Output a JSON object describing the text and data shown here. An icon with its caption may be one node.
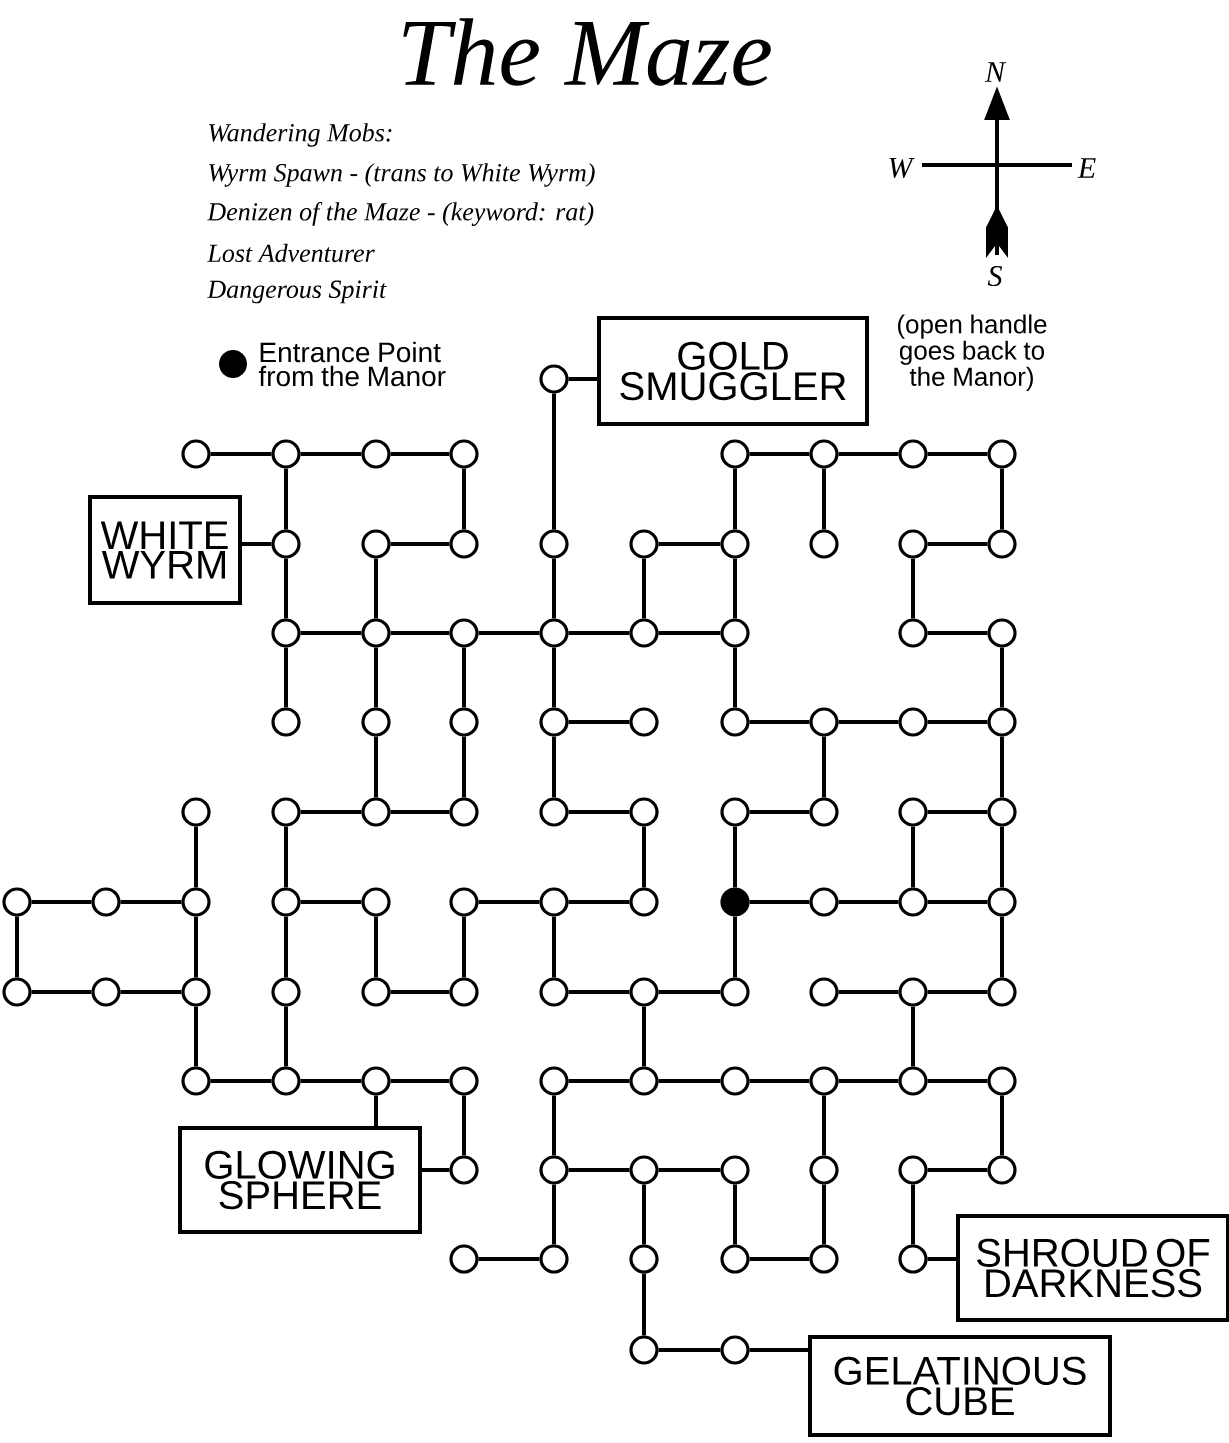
{
  "diagram": {
    "title": "The Maze",
    "nodes": [
      {
        "text": [],
        "shape": "circle"
      },
      {
        "text": [
          "GOLD SMUGGLER"
        ]
      },
      {
        "text": [],
        "shape": "circle"
      },
      {
        "text": [],
        "shape": "circle"
      },
      {
        "text": [],
        "shape": "circle"
      },
      {
        "text": [],
        "shape": "circle"
      },
      {
        "text": [],
        "shape": "circle"
      },
      {
        "text": [],
        "shape": "circle"
      },
      {
        "text": [],
        "shape": "circle"
      },
      {
        "text": [],
        "shape": "circle"
      },
      {
        "text": [
          "WHITE WYRM"
        ]
      },
      {
        "text": [],
        "shape": "circle"
      },
      {
        "text": [],
        "shape": "circle"
      },
      {
        "text": [],
        "shape": "circle"
      },
      {
        "text": [],
        "shape": "circle"
      },
      {
        "text": [],
        "shape": "circle"
      },
      {
        "text": [],
        "shape": "circle"
      },
      {
        "text": [],
        "shape": "circle"
      },
      {
        "text": [],
        "shape": "circle"
      },
      {
        "text": [],
        "shape": "circle"
      },
      {
        "text": [],
        "shape": "circle"
      },
      {
        "text": [],
        "shape": "circle"
      },
      {
        "text": [],
        "shape": "circle"
      },
      {
        "text": [],
        "shape": "circle"
      },
      {
        "text": [],
        "shape": "circle"
      },
      {
        "text": [],
        "shape": "circle"
      },
      {
        "text": [],
        "shape": "circle"
      },
      {
        "text": [],
        "shape": "circle"
      },
      {
        "text": [],
        "shape": "circle"
      },
      {
        "text": [],
        "shape": "circle"
      },
      {
        "text": [],
        "shape": "circle"
      },
      {
        "text": [],
        "shape": "circle"
      },
      {
        "text": [],
        "shape": "circle"
      },
      {
        "text": [],
        "shape": "circle"
      },
      {
        "text": [],
        "shape": "circle"
      },
      {
        "text": [],
        "shape": "circle"
      },
      {
        "text": [],
        "shape": "circle"
      },
      {
        "text": [],
        "shape": "circle"
      },
      {
        "text": [],
        "shape": "circle"
      },
      {
        "text": [],
        "shape": "circle"
      },
      {
        "text": [],
        "shape": "circle"
      },
      {
        "text": [],
        "shape": "circle"
      },
      {
        "text": [],
        "shape": "circle"
      },
      {
        "text": [],
        "shape": "circle"
      },
      {
        "text": [],
        "shape": "circle"
      },
      {
        "text": [],
        "shape": "circle"
      },
      {
        "text": [],
        "shape": "circle"
      },
      {
        "text": [],
        "shape": "circle"
      },
      {
        "text": [],
        "shape": "circle"
      },
      {
        "text": [],
        "shape": "circle"
      },
      {
        "text": [],
        "shape": "circle"
      },
      {
        "text": [],
        "shape": "circle"
      },
      {
        "text": [],
        "shape": "circle"
      },
      {
        "text": [],
        "shape": "circle"
      },
      {
        "text": [],
        "shape": "circle"
      },
      {
        "text": [],
        "shape": "dot"
      },
      {
        "text": [],
        "shape": "circle"
      },
      {
        "text": [],
        "shape": "circle"
      },
      {
        "text": [],
        "shape": "circle"
      },
      {
        "text": [],
        "shape": "circle"
      },
      {
        "text": [],
        "shape": "circle"
      },
      {
        "text": [],
        "shape": "circle"
      },
      {
        "text": [],
        "shape": "circle"
      },
      {
        "text": [],
        "shape": "circle"
      },
      {
        "text": [],
        "shape": "circle"
      },
      {
        "text": [],
        "shape": "circle"
      },
      {
        "text": [],
        "shape": "circle"
      },
      {
        "text": [],
        "shape": "circle"
      },
      {
        "text": [],
        "shape": "circle"
      },
      {
        "text": [],
        "shape": "circle"
      },
      {
        "text": [],
        "shape": "circle"
      },
      {
        "text": [],
        "shape": "circle"
      },
      {
        "text": [],
        "shape": "circle"
      },
      {
        "text": [],
        "shape": "circle"
      },
      {
        "text": [],
        "shape": "circle"
      },
      {
        "text": [],
        "shape": "circle"
      },
      {
        "text": [],
        "shape": "circle"
      },
      {
        "text": [],
        "shape": "circle"
      },
      {
        "text": [],
        "shape": "circle"
      },
      {
        "text": [],
        "shape": "circle"
      },
      {
        "text": [],
        "shape": "circle"
      },
      {
        "text": [
          "GLOWING SPHERE"
        ]
      },
      {
        "text": [],
        "shape": "circle"
      },
      {
        "text": [],
        "shape": "circle"
      },
      {
        "text": [],
        "shape": "circle"
      },
      {
        "text": [],
        "shape": "circle"
      },
      {
        "text": [],
        "shape": "circle"
      },
      {
        "text": [],
        "shape": "circle"
      },
      {
        "text": [],
        "shape": "circle"
      },
      {
        "text": [
          "SHROUD OF DARKNESS"
        ]
      },
      {
        "text": [],
        "shape": "circle"
      },
      {
        "text": [],
        "shape": "circle"
      },
      {
        "text": [],
        "shape": "circle"
      },
      {
        "text": [],
        "shape": "circle"
      },
      {
        "text": [],
        "shape": "circle"
      },
      {
        "text": [],
        "shape": "circle"
      },
      {
        "text": [],
        "shape": "circle"
      },
      {
        "text": [],
        "shape": "circle"
      },
      {
        "text": [
          "GELATINOUS CUBE"
        ]
      }
    ],
    "edges": [
      {
        "from": 1,
        "to": 0,
        "arrow": "none"
      },
      {
        "from": 10,
        "to": 11,
        "arrow": "none"
      },
      {
        "from": 73,
        "to": 81,
        "arrow": "none"
      },
      {
        "from": 81,
        "to": 82,
        "arrow": "none"
      },
      {
        "from": 95,
        "to": 89,
        "arrow": "none"
      },
      {
        "from": 97,
        "to": 98,
        "arrow": "none"
      },
      {
        "from": 2,
        "to": 3,
        "arrow": "none"
      },
      {
        "from": 3,
        "to": 4,
        "arrow": "none"
      },
      {
        "from": 4,
        "to": 5,
        "arrow": "none"
      },
      {
        "from": 6,
        "to": 7,
        "arrow": "none"
      },
      {
        "from": 7,
        "to": 8,
        "arrow": "none"
      },
      {
        "from": 8,
        "to": 9,
        "arrow": "none"
      },
      {
        "from": 12,
        "to": 13,
        "arrow": "none"
      },
      {
        "from": 15,
        "to": 16,
        "arrow": "none"
      },
      {
        "from": 18,
        "to": 19,
        "arrow": "none"
      },
      {
        "from": 20,
        "to": 21,
        "arrow": "none"
      },
      {
        "from": 21,
        "to": 22,
        "arrow": "none"
      },
      {
        "from": 22,
        "to": 23,
        "arrow": "none"
      },
      {
        "from": 23,
        "to": 24,
        "arrow": "none"
      },
      {
        "from": 24,
        "to": 25,
        "arrow": "none"
      },
      {
        "from": 26,
        "to": 27,
        "arrow": "none"
      },
      {
        "from": 31,
        "to": 32,
        "arrow": "none"
      },
      {
        "from": 33,
        "to": 34,
        "arrow": "none"
      },
      {
        "from": 34,
        "to": 35,
        "arrow": "none"
      },
      {
        "from": 35,
        "to": 36,
        "arrow": "none"
      },
      {
        "from": 38,
        "to": 39,
        "arrow": "none"
      },
      {
        "from": 39,
        "to": 40,
        "arrow": "none"
      },
      {
        "from": 41,
        "to": 42,
        "arrow": "none"
      },
      {
        "from": 43,
        "to": 44,
        "arrow": "none"
      },
      {
        "from": 45,
        "to": 46,
        "arrow": "none"
      },
      {
        "from": 47,
        "to": 48,
        "arrow": "none"
      },
      {
        "from": 48,
        "to": 49,
        "arrow": "none"
      },
      {
        "from": 50,
        "to": 51,
        "arrow": "none"
      },
      {
        "from": 52,
        "to": 53,
        "arrow": "none"
      },
      {
        "from": 53,
        "to": 54,
        "arrow": "none"
      },
      {
        "from": 55,
        "to": 56,
        "arrow": "none"
      },
      {
        "from": 56,
        "to": 57,
        "arrow": "none"
      },
      {
        "from": 57,
        "to": 58,
        "arrow": "none"
      },
      {
        "from": 59,
        "to": 60,
        "arrow": "none"
      },
      {
        "from": 60,
        "to": 61,
        "arrow": "none"
      },
      {
        "from": 63,
        "to": 64,
        "arrow": "none"
      },
      {
        "from": 65,
        "to": 66,
        "arrow": "none"
      },
      {
        "from": 66,
        "to": 67,
        "arrow": "none"
      },
      {
        "from": 68,
        "to": 69,
        "arrow": "none"
      },
      {
        "from": 69,
        "to": 70,
        "arrow": "none"
      },
      {
        "from": 71,
        "to": 72,
        "arrow": "none"
      },
      {
        "from": 72,
        "to": 73,
        "arrow": "none"
      },
      {
        "from": 73,
        "to": 74,
        "arrow": "none"
      },
      {
        "from": 75,
        "to": 76,
        "arrow": "none"
      },
      {
        "from": 76,
        "to": 77,
        "arrow": "none"
      },
      {
        "from": 77,
        "to": 78,
        "arrow": "none"
      },
      {
        "from": 78,
        "to": 79,
        "arrow": "none"
      },
      {
        "from": 79,
        "to": 80,
        "arrow": "none"
      },
      {
        "from": 83,
        "to": 84,
        "arrow": "none"
      },
      {
        "from": 84,
        "to": 85,
        "arrow": "none"
      },
      {
        "from": 87,
        "to": 88,
        "arrow": "none"
      },
      {
        "from": 90,
        "to": 91,
        "arrow": "none"
      },
      {
        "from": 93,
        "to": 94,
        "arrow": "none"
      },
      {
        "from": 96,
        "to": 97,
        "arrow": "none"
      },
      {
        "from": 37,
        "to": 49,
        "arrow": "none"
      },
      {
        "from": 49,
        "to": 61,
        "arrow": "none"
      },
      {
        "from": 61,
        "to": 71,
        "arrow": "none"
      },
      {
        "from": 3,
        "to": 11,
        "arrow": "none"
      },
      {
        "from": 11,
        "to": 20,
        "arrow": "none"
      },
      {
        "from": 20,
        "to": 28,
        "arrow": "none"
      },
      {
        "from": 38,
        "to": 50,
        "arrow": "none"
      },
      {
        "from": 50,
        "to": 62,
        "arrow": "none"
      },
      {
        "from": 62,
        "to": 72,
        "arrow": "none"
      },
      {
        "from": 12,
        "to": 21,
        "arrow": "none"
      },
      {
        "from": 21,
        "to": 29,
        "arrow": "none"
      },
      {
        "from": 29,
        "to": 39,
        "arrow": "none"
      },
      {
        "from": 51,
        "to": 63,
        "arrow": "none"
      },
      {
        "from": 5,
        "to": 13,
        "arrow": "none"
      },
      {
        "from": 22,
        "to": 30,
        "arrow": "none"
      },
      {
        "from": 30,
        "to": 40,
        "arrow": "none"
      },
      {
        "from": 52,
        "to": 64,
        "arrow": "none"
      },
      {
        "from": 74,
        "to": 82,
        "arrow": "none"
      },
      {
        "from": 0,
        "to": 14,
        "arrow": "none"
      },
      {
        "from": 14,
        "to": 23,
        "arrow": "none"
      },
      {
        "from": 23,
        "to": 31,
        "arrow": "none"
      },
      {
        "from": 31,
        "to": 41,
        "arrow": "none"
      },
      {
        "from": 53,
        "to": 65,
        "arrow": "none"
      },
      {
        "from": 75,
        "to": 83,
        "arrow": "none"
      },
      {
        "from": 83,
        "to": 91,
        "arrow": "none"
      },
      {
        "from": 15,
        "to": 24,
        "arrow": "none"
      },
      {
        "from": 42,
        "to": 54,
        "arrow": "none"
      },
      {
        "from": 66,
        "to": 76,
        "arrow": "none"
      },
      {
        "from": 84,
        "to": 92,
        "arrow": "none"
      },
      {
        "from": 92,
        "to": 96,
        "arrow": "none"
      },
      {
        "from": 6,
        "to": 16,
        "arrow": "none"
      },
      {
        "from": 16,
        "to": 25,
        "arrow": "none"
      },
      {
        "from": 25,
        "to": 33,
        "arrow": "none"
      },
      {
        "from": 43,
        "to": 55,
        "arrow": "none"
      },
      {
        "from": 55,
        "to": 67,
        "arrow": "none"
      },
      {
        "from": 85,
        "to": 93,
        "arrow": "none"
      },
      {
        "from": 7,
        "to": 17,
        "arrow": "none"
      },
      {
        "from": 34,
        "to": 44,
        "arrow": "none"
      },
      {
        "from": 78,
        "to": 86,
        "arrow": "none"
      },
      {
        "from": 86,
        "to": 94,
        "arrow": "none"
      },
      {
        "from": 18,
        "to": 26,
        "arrow": "none"
      },
      {
        "from": 45,
        "to": 57,
        "arrow": "none"
      },
      {
        "from": 69,
        "to": 79,
        "arrow": "none"
      },
      {
        "from": 87,
        "to": 95,
        "arrow": "none"
      },
      {
        "from": 9,
        "to": 19,
        "arrow": "none"
      },
      {
        "from": 27,
        "to": 36,
        "arrow": "none"
      },
      {
        "from": 36,
        "to": 46,
        "arrow": "none"
      },
      {
        "from": 46,
        "to": 58,
        "arrow": "none"
      },
      {
        "from": 58,
        "to": 70,
        "arrow": "none"
      },
      {
        "from": 80,
        "to": 88,
        "arrow": "none"
      },
      {
        "from": 47,
        "to": 59,
        "arrow": "none"
      }
    ],
    "labels": [
      "Wandering Mobs:",
      "Wyrm Spawn - (trans to White Wyrm)",
      "Denizen of the Maze - (keyword: rat)",
      "Lost Adventurer",
      "Dangerous Spirit",
      "N",
      "W",
      "E",
      "S",
      "(open handle goes back to the Manor)"
    ],
    "legend": [
      {
        "text": "Entrance Point from the Manor"
      }
    ]
  }
}
